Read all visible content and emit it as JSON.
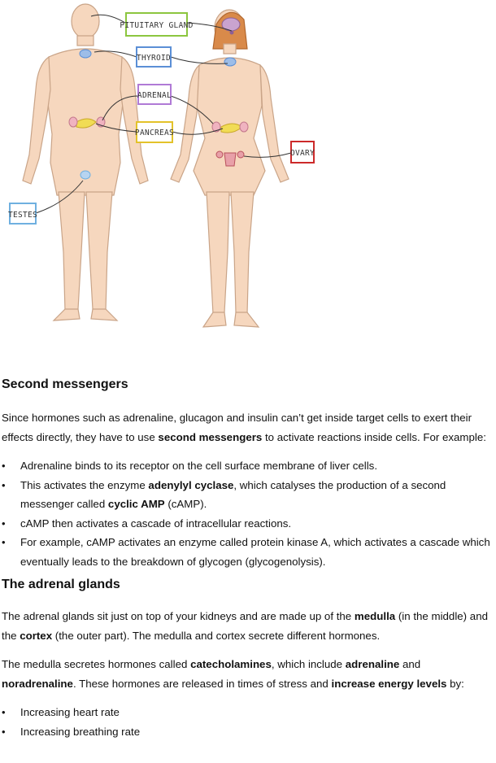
{
  "figure": {
    "labels": {
      "pituitary": "PITUITARY GLAND",
      "thyroid": "THYROID",
      "adrenal": "ADRENAL",
      "pancreas": "PANCREAS",
      "ovary": "OVARY",
      "testes": "TESTES"
    },
    "colors": {
      "pituitary": "#8cc63f",
      "thyroid": "#5b8fd6",
      "adrenal": "#b07ad6",
      "pancreas": "#e3c22a",
      "ovary": "#cc2a2a",
      "testes": "#6fb0e0",
      "skin": "#f6d7be",
      "skin_outline": "#c9a488"
    }
  },
  "second_messengers": {
    "heading": "Second messengers",
    "intro_1": "Since hormones such as adrenaline, glucagon and insulin can’t get inside target cells to exert their effects directly, they have to use ",
    "intro_bold": "second messengers",
    "intro_2": " to activate reactions inside cells. For example:",
    "bullet_1": "Adrenaline binds to its receptor on the cell surface membrane of liver cells.",
    "bullet_2a": "This activates the enzyme ",
    "bullet_2b": "adenylyl cyclase",
    "bullet_2c": ", which catalyses the production of a second messenger called ",
    "bullet_2d": "cyclic AMP",
    "bullet_2e": " (cAMP).",
    "bullet_3": "cAMP then activates a cascade of intracellular reactions.",
    "bullet_4": "For example, cAMP activates an enzyme called protein kinase A, which activates a cascade which eventually leads to the breakdown of glycogen (glycogenolysis)."
  },
  "adrenal_glands": {
    "heading": "The adrenal glands",
    "p1_a": "The adrenal glands sit just on top of your kidneys and are made up of the ",
    "p1_b": "medulla",
    "p1_c": " (in the middle) and the ",
    "p1_d": "cortex",
    "p1_e": " (the outer part). The medulla and cortex secrete different hormones.",
    "p2_a": "The medulla secretes hormones called ",
    "p2_b": "catecholamines",
    "p2_c": ", which include ",
    "p2_d": "adrenaline",
    "p2_e": " and ",
    "p2_f": "noradrenaline",
    "p2_g": ". These hormones are released in times of stress and ",
    "p2_h": "increase energy levels",
    "p2_i": " by:",
    "bullet_1": "Increasing heart rate",
    "bullet_2": "Increasing breathing rate"
  }
}
